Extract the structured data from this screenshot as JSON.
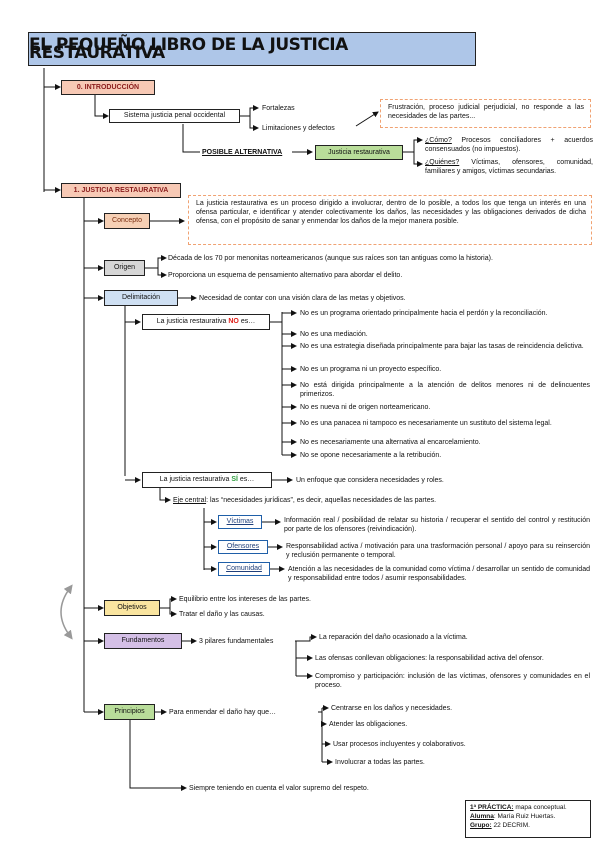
{
  "title": "EL PEQUEÑO LIBRO DE LA JUSTICIA RESTAURATIVA",
  "intro": {
    "label": "0. INTRODUCCIÓN",
    "sistema": "Sistema justicia penal occidental",
    "fortalezas": "Fortalezas",
    "limitaciones": "Limitaciones y defectos",
    "frustracion": "Frustración, proceso judicial perjudicial, no responde a las necesidades de las partes...",
    "posible": "POSIBLE ALTERNATIVA",
    "justicia": "Justicia restaurativa",
    "como_label": "¿Cómo?",
    "como_text": " Procesos conciliadores + acuerdos consensuados (no impuestos).",
    "quienes_label": "¿Quiénes?",
    "quienes_text": " Víctimas, ofensores, comunidad, familiares y amigos, víctimas secundarias."
  },
  "section1": {
    "label": "1. JUSTICIA RESTAURATIVA",
    "concepto": {
      "label": "Concepto",
      "text": "La justicia restaurativa es un proceso dirigido a involucrar, dentro de lo posible, a todos los que tenga un interés en una ofensa particular, e identificar y atender colectivamente los daños, las necesidades y las obligaciones derivados de dicha ofensa, con el propósito de sanar y enmendar los daños de la mejor manera posible."
    },
    "origen": {
      "label": "Origen",
      "items": [
        "Década de los 70 por menonitas norteamericanos (aunque sus raíces son tan antiguas como la historia).",
        "Proporciona un esquema de pensamiento alternativo para abordar el delito."
      ]
    },
    "delimitacion": {
      "label": "Delimitación",
      "necesidad": "Necesidad de contar con una visión clara de las metas y objetivos.",
      "no_prefix": "La justicia restaurativa ",
      "no_word": "NO",
      "no_suffix": " es…",
      "no_items": [
        "No es un programa orientado principalmente hacia el perdón y la reconciliación.",
        "No es una mediación.",
        "No es una estrategia diseñada principalmente para bajar las tasas de reincidencia delictiva.",
        "No es un programa ni un proyecto específico.",
        "No está dirigida principalmente a la atención de delitos menores ni de delincuentes primerizos.",
        "No es nueva ni de origen norteamericano.",
        "No es una panacea ni tampoco es necesariamente un sustituto del sistema legal.",
        "No es necesariamente una alternativa al encarcelamiento.",
        "No se opone necesariamente a la retribución."
      ],
      "si_prefix": "La justicia restaurativa ",
      "si_word": "SÍ",
      "si_suffix": " es…",
      "si_text": "Un enfoque que considera necesidades y roles.",
      "eje_label": "Eje central",
      "eje_text": ": las “necesidades jurídicas”, es decir, aquellas necesidades de las partes.",
      "victimas": "Víctimas",
      "victimas_text": "Información real / posibilidad de relatar su historia / recuperar el sentido del control y restitución por parte de los ofensores (reivindicación).",
      "ofensores": "Ofensores",
      "ofensores_text": "Responsabilidad activa / motivación para una trasformación personal / apoyo para su reinserción y reclusión permanente o temporal.",
      "comunidad": "Comunidad",
      "comunidad_text": "Atención a las necesidades de la comunidad como víctima / desarrollar un sentido de comunidad y responsabilidad entre todos / asumir responsabilidades."
    },
    "objetivos": {
      "label": "Objetivos",
      "items": [
        "Equilibrio entre los intereses de las partes.",
        "Tratar el daño y las causas."
      ]
    },
    "fundamentos": {
      "label": "Fundamentos",
      "pilares": "3 pilares fundamentales",
      "items": [
        "La reparación del daño ocasionado a la víctima.",
        "Las ofensas conllevan obligaciones: la responsabilidad activa del ofensor.",
        "Compromiso y participación: inclusión de las víctimas, ofensores y comunidades en el proceso."
      ]
    },
    "principios": {
      "label": "Principios",
      "para": "Para enmendar el daño hay que…",
      "items": [
        "Centrarse en los daños y necesidades.",
        "Atender las obligaciones.",
        "Usar procesos incluyentes y colaborativos.",
        "Involucrar a todas las partes."
      ],
      "siempre": "Siempre teniendo en cuenta el valor supremo del respeto."
    }
  },
  "credit": {
    "l1_label": "1ª PRÁCTICA:",
    "l1_text": " mapa conceptual.",
    "l2_label": "Alumna",
    "l2_text": ": María Ruiz Huertas.",
    "l3_label": "Grupo:",
    "l3_text": " 22 DECRIM."
  }
}
